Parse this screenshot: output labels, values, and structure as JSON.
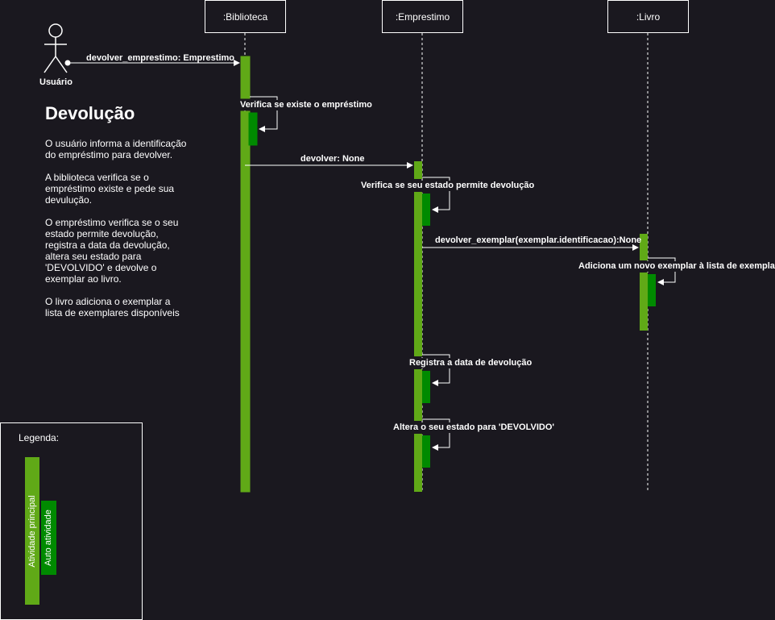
{
  "participants": {
    "actor": "Usuário",
    "biblioteca": ":Biblioteca",
    "emprestimo": ":Emprestimo",
    "livro": ":Livro"
  },
  "messages": {
    "m1": "devolver_emprestimo: Emprestimo",
    "m2": "Verifica se existe o empréstimo",
    "m3": "devolver: None",
    "m4": "Verifica se seu estado permite devolução",
    "m5": "devolver_exemplar(exemplar.identificacao):None",
    "m6": "Adiciona um novo exemplar à lista de exemplares",
    "m7": "Registra a data de devolução",
    "m8": "Altera o seu estado para 'DEVOLVIDO'"
  },
  "description": {
    "title": "Devolução",
    "p1": "O usuário  informa a identificação do empréstimo para devolver.",
    "p2": "A biblioteca verifica se o empréstimo existe e pede sua devulução.",
    "p3": "O empréstimo verifica se o seu estado permite devolução, registra a data da devolução, altera seu estado para 'DEVOLVIDO' e devolve o exemplar ao livro.",
    "p4": "O livro adiciona o exemplar a lista de exemplares disponíveis"
  },
  "legend": {
    "title": "Legenda:",
    "main": "Atividade principal",
    "self": "Auto atividade"
  },
  "colors": {
    "background": "#1a181f",
    "activation_main": "#60a917",
    "activation_self": "#008a00",
    "line": "#ffffff"
  }
}
